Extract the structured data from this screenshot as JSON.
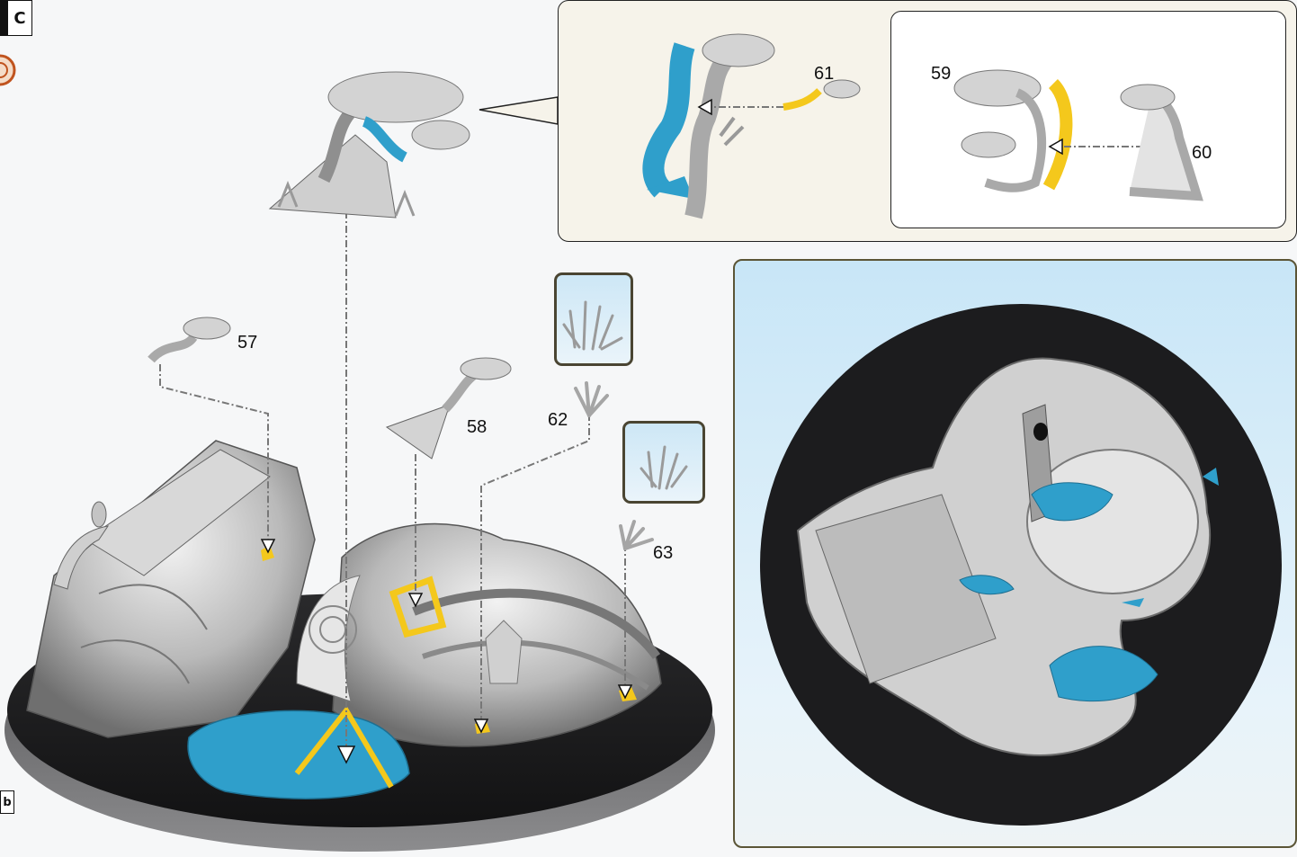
{
  "step": {
    "label": "C"
  },
  "side_tag": {
    "label": "b"
  },
  "parts": {
    "p57": "57",
    "p58": "58",
    "p59": "59",
    "p60": "60",
    "p61": "61",
    "p62": "62",
    "p63": "63"
  },
  "colors": {
    "highlight_blue": "#2f9fcb",
    "glue_yellow": "#f4c81c",
    "base_black": "#1c1c1e",
    "panel_cream": "#f6f3ea",
    "sky_blue": "#c8e6f7"
  },
  "icons": [
    "warning-badge-icon",
    "grass-icon",
    "arrow-down-icon",
    "arrow-left-icon"
  ]
}
